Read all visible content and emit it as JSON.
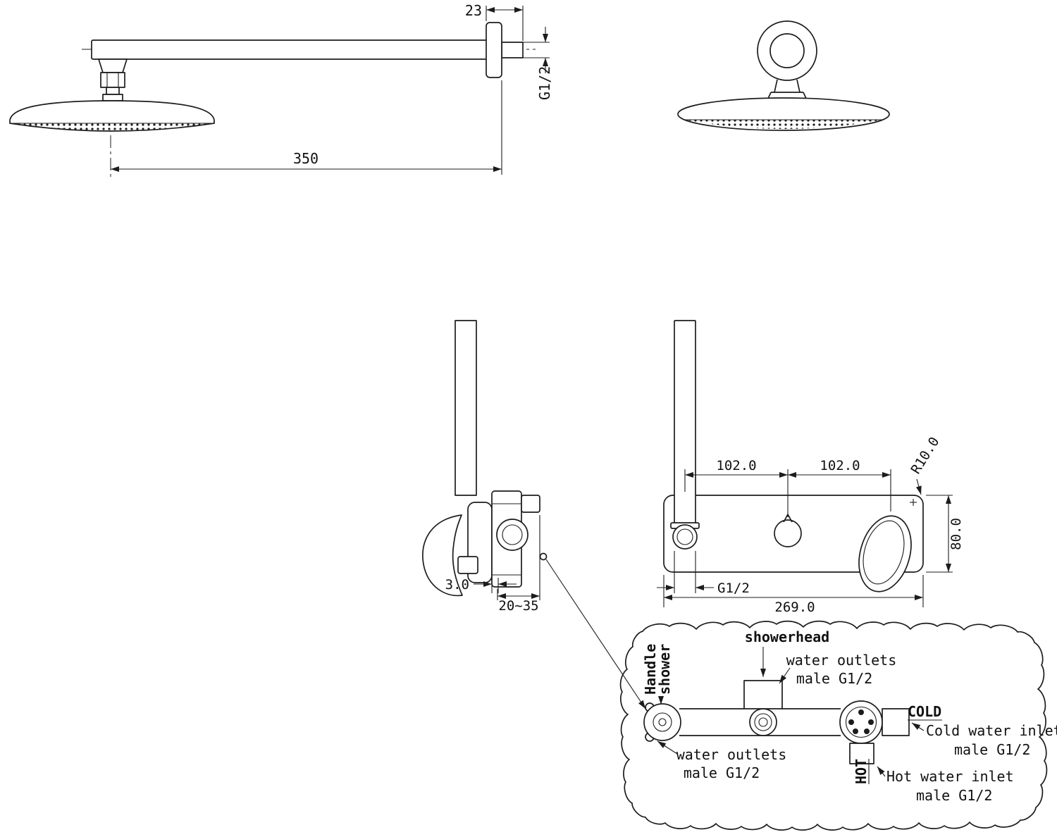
{
  "page": {
    "background": "#ffffff",
    "line_color": "#1c1c1c"
  },
  "views": {
    "arm_side": {
      "dim_flange": "23",
      "thread_label": "G1/2",
      "dim_arm_length": "350"
    },
    "valve_side": {
      "dim_plate_gap": "3.0",
      "dim_wall_range": "20~35"
    },
    "plate_front": {
      "dim_span_left": "102.0",
      "dim_span_right": "102.0",
      "corner_radius": "R10.0",
      "dim_height": "80.0",
      "thread_label": "G1/2",
      "dim_width": "269.0"
    },
    "callout": {
      "showerhead": "showerhead",
      "outlet_top_1": "water outlets",
      "outlet_top_2": "male G1/2",
      "handle_1": "Handle",
      "handle_2": "shower",
      "outlet_bottom_1": "water outlets",
      "outlet_bottom_2": "male G1/2",
      "cold": "COLD",
      "cold_inlet_1": "Cold water inlet",
      "cold_inlet_2": "male G1/2",
      "hot": "HOT",
      "hot_inlet_1": "Hot water inlet",
      "hot_inlet_2": "male G1/2"
    }
  }
}
